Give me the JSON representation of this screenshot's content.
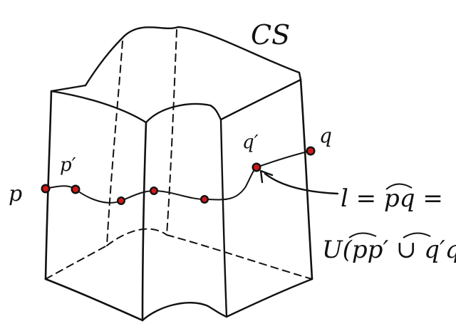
{
  "diagram": {
    "space_label": "CS",
    "points": {
      "p": "p",
      "p_prime": "p′",
      "q": "q",
      "q_prime": "q′"
    },
    "path_formula": {
      "line1": "l = pq =",
      "line2": "U(pp′ ∪ q′q )"
    },
    "colors": {
      "ink": "#111111",
      "marker": "#d01818",
      "background": "#ffffff"
    }
  }
}
